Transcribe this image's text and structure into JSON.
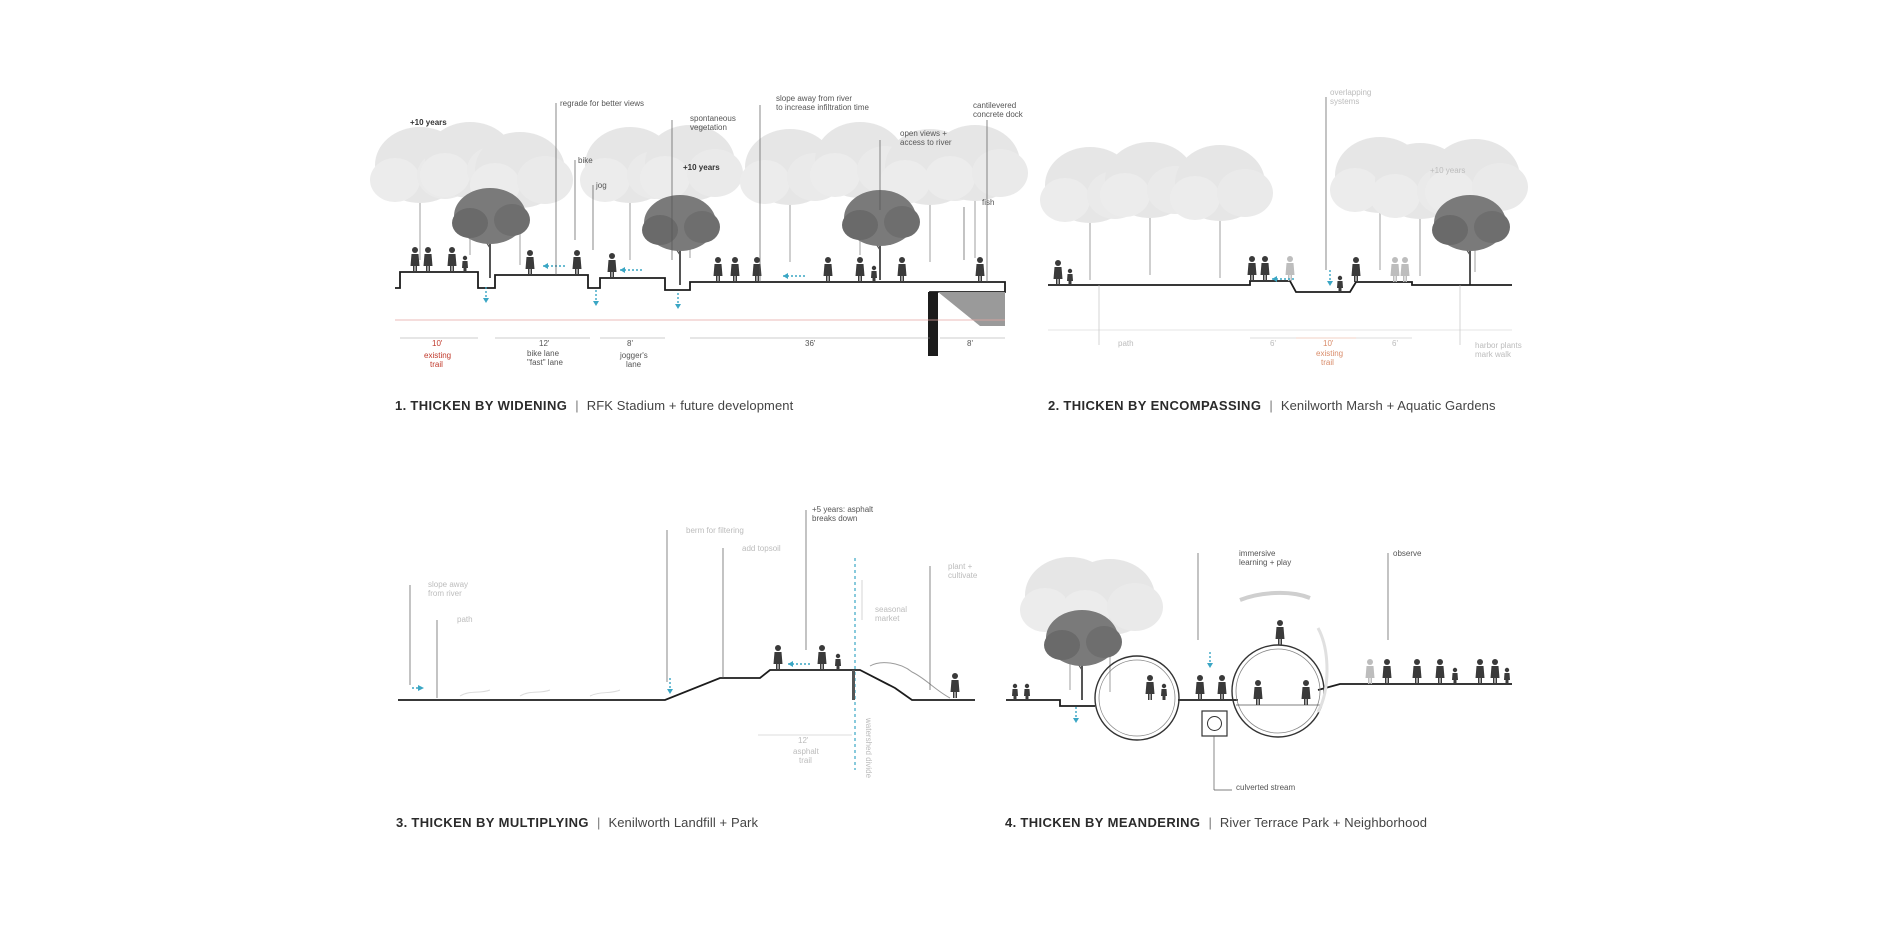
{
  "panels": [
    {
      "number": "1.",
      "heading": "THICKEN BY WIDENING",
      "separator": "|",
      "subtitle": "RFK Stadium + future development",
      "annotations": {
        "plus10_a": "+10 years",
        "regrade": "regrade for better views",
        "bike": "bike",
        "jog": "jog",
        "spontaneous_1": "spontaneous",
        "spontaneous_2": "vegetation",
        "plus10_b": "+10 years",
        "slope_1": "slope away from river",
        "slope_2": "to increase infiltration time",
        "open_1": "open views +",
        "open_2": "access to river",
        "dock_1": "cantilevered",
        "dock_2": "concrete dock",
        "fish": "fish"
      },
      "dimensions": {
        "d1": "10'",
        "d1_note_1": "existing",
        "d1_note_2": "trail",
        "d2": "12'",
        "d2_note_1": "bike lane",
        "d2_note_2": "\"fast\" lane",
        "d3": "8'",
        "d3_note_1": "jogger's",
        "d3_note_2": "lane",
        "d4": "36'",
        "d5": "8'"
      }
    },
    {
      "number": "2.",
      "heading": "THICKEN BY ENCOMPASSING",
      "separator": "|",
      "subtitle": "Kenilworth Marsh + Aquatic Gardens",
      "annotations": {
        "overlap_1": "overlapping",
        "overlap_2": "systems",
        "plus10": "+10 years",
        "path": "path",
        "harbor_1": "harbor plants",
        "harbor_2": "mark walk"
      },
      "dimensions": {
        "d1": "6'",
        "d2": "10'",
        "d2_note_1": "existing",
        "d2_note_2": "trail",
        "d3": "6'"
      }
    },
    {
      "number": "3.",
      "heading": "THICKEN BY MULTIPLYING",
      "separator": "|",
      "subtitle": "Kenilworth Landfill + Park",
      "annotations": {
        "slope_1": "slope away",
        "slope_2": "from river",
        "path": "path",
        "berm": "berm for filtering",
        "topsoil": "add topsoil",
        "asphalt_1": "+5 years: asphalt",
        "asphalt_2": "breaks down",
        "market_1": "seasonal",
        "market_2": "market",
        "plant_1": "plant +",
        "plant_2": "cultivate",
        "vertical": "watershed divide"
      },
      "dimensions": {
        "d1": "12'",
        "d1_note_1": "asphalt",
        "d1_note_2": "trail"
      }
    },
    {
      "number": "4.",
      "heading": "THICKEN BY MEANDERING",
      "separator": "|",
      "subtitle": "River Terrace Park + Neighborhood",
      "annotations": {
        "immersive_1": "immersive",
        "immersive_2": "learning + play",
        "observe": "observe",
        "culvert": "culverted stream"
      }
    }
  ],
  "colors": {
    "accent_blue": "#3aa6c4",
    "accent_red": "#c0392b",
    "ink": "#222222",
    "tree_light": "#cfcfcf",
    "tree_dark": "#6f6f6f"
  }
}
